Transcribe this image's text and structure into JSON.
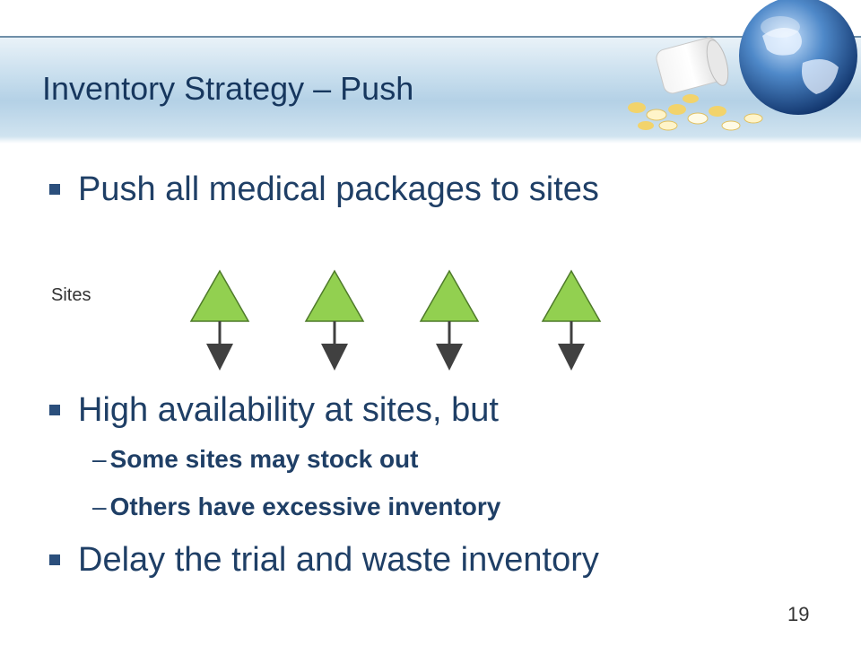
{
  "slide": {
    "title": "Inventory Strategy – Push",
    "page_number": "19"
  },
  "bullets": {
    "b1": "Push all medical packages to sites",
    "b2": "High availability at sites, but",
    "b2_subs": [
      "Some sites may stock out",
      "Others have excessive inventory"
    ],
    "b3": "Delay the trial and waste inventory",
    "dash": "–"
  },
  "diagram": {
    "label": "Sites",
    "site_count": 4,
    "triangle_color": "#92d050",
    "triangle_stroke": "#4e7a2a",
    "arrow_color": "#404040"
  }
}
